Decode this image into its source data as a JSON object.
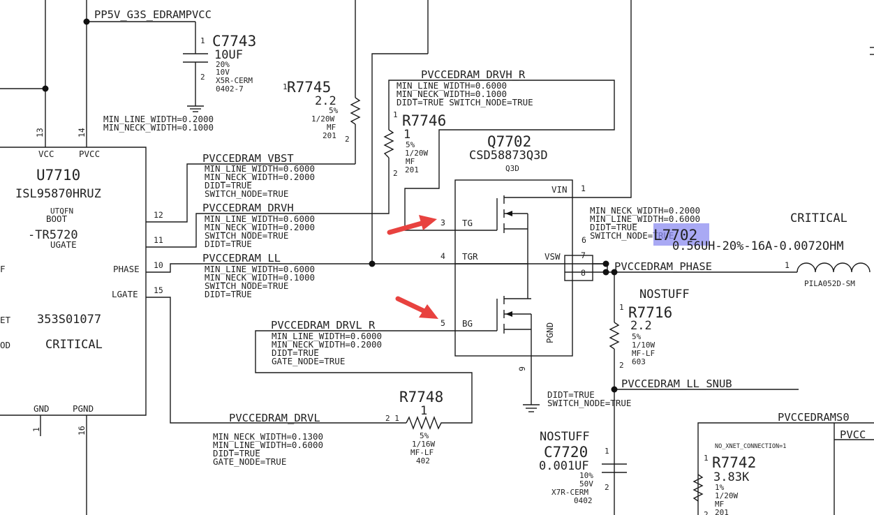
{
  "nets": {
    "edrampvcc": "PP5V_G3S_EDRAMPVCC",
    "drvh_r": "PVCCEDRAM_DRVH_R",
    "vbst": "PVCCEDRAM_VBST",
    "drvh": "PVCCEDRAM_DRVH",
    "ll": "PVCCEDRAM_LL",
    "drvl_r": "PVCCEDRAM_DRVL_R",
    "drvl": "PVCCEDRAM_DRVL",
    "phase": "PVCCEDRAM_PHASE",
    "ll_snub": "PVCCEDRAM_LL_SNUB",
    "edrams0": "PVCCEDRAMS0",
    "pvcc_cut": "PVCC"
  },
  "constraints": {
    "top_left": [
      "MIN_LINE_WIDTH=0.2000",
      "MIN_NECK_WIDTH=0.1000"
    ],
    "drvh_r": [
      "MIN_LINE_WIDTH=0.6000",
      "MIN_NECK_WIDTH=0.1000",
      "DIDT=TRUE    SWITCH_NODE=TRUE"
    ],
    "vbst": [
      "MIN_LINE_WIDTH=0.6000",
      "MIN_NECK_WIDTH=0.2000",
      "DIDT=TRUE",
      "SWITCH_NODE=TRUE"
    ],
    "drvh": [
      "MIN_LINE_WIDTH=0.6000",
      "MIN_NECK_WIDTH=0.2000",
      "SWITCH_NODE=TRUE",
      "DIDT=TRUE"
    ],
    "ll": [
      "MIN_LINE_WIDTH=0.6000",
      "MIN_NECK_WIDTH=0.1000",
      "SWITCH_NODE=TRUE",
      "DIDT=TRUE"
    ],
    "drvl_r": [
      "MIN_LINE_WIDTH=0.6000",
      "MIN_NECK_WIDTH=0.2000",
      "DIDT=TRUE",
      "GATE_NODE=TRUE"
    ],
    "drvl": [
      "MIN_NECK_WIDTH=0.1300",
      "MIN_LINE_WIDTH=0.6000",
      "DIDT=TRUE",
      "GATE_NODE=TRUE"
    ],
    "phase": [
      "MIN_NECK_WIDTH=0.2000",
      "MIN_LINE_WIDTH=0.6000",
      "DIDT=TRUE",
      "SWITCH_NODE=TRUE"
    ],
    "snub": [
      "DIDT=TRUE",
      "SWITCH_NODE=TRUE"
    ]
  },
  "u7710": {
    "ref": "U7710",
    "part": "ISL95870HRUZ",
    "pkg1": "UTQFN",
    "pkg2": "BOOT",
    "suffix": "-TR5720",
    "ugate": "UGATE",
    "pn": "353S01077",
    "crit": "CRITICAL",
    "vcc": "VCC",
    "pvcc": "PVCC",
    "phase": "PHASE",
    "lgate": "LGATE",
    "gnd": "GND",
    "pgnd": "PGND",
    "cut_f": "F",
    "cut_et": "ET",
    "cut_od": "OD",
    "pins": {
      "p13": "13",
      "p14": "14",
      "p12": "12",
      "p11": "11",
      "p10": "10",
      "p15": "15",
      "p1": "1",
      "p16": "16"
    }
  },
  "c7743": {
    "ref": "C7743",
    "val": "10UF",
    "a": "20%",
    "b": "10V",
    "c": "X5R-CERM",
    "d": "0402-7",
    "p1": "1",
    "p2": "2"
  },
  "r7745": {
    "ref": "R7745",
    "val": "2.2",
    "a": "5%",
    "b": "1/20W",
    "c": "MF",
    "d": "201",
    "p1": "1",
    "p2": "2"
  },
  "r7746": {
    "ref": "R7746",
    "val": "1",
    "a": "5%",
    "b": "1/20W",
    "c": "MF",
    "d": "201",
    "p1": "1",
    "p2": "2"
  },
  "q7702": {
    "ref": "Q7702",
    "part": "CSD58873Q3D",
    "pkg": "Q3D",
    "vin": "VIN",
    "tg": "TG",
    "tgr": "TGR",
    "vsw": "VSW",
    "bg": "BG",
    "pgnd": "PGND",
    "pins": {
      "p1": "1",
      "p3": "3",
      "p4": "4",
      "p5": "5",
      "p6": "6",
      "p7": "7",
      "p8": "8",
      "p9": "9"
    }
  },
  "l7702": {
    "ref": "L7702",
    "crit": "CRITICAL",
    "val": "0.56UH-20%-16A-0.0072OHM",
    "pkg": "PILA052D-SM",
    "p1": "1",
    "highlight": "#8c8cf0"
  },
  "r7716": {
    "ref": "R7716",
    "ns": "NOSTUFF",
    "val": "2.2",
    "a": "5%",
    "b": "1/10W",
    "c": "MF-LF",
    "d": "603",
    "p1": "1",
    "p2": "2"
  },
  "r7748": {
    "ref": "R7748",
    "val": "1",
    "a": "5%",
    "b": "1/16W",
    "c": "MF-LF",
    "d": "402",
    "pins": "2 1"
  },
  "c7720": {
    "ref": "C7720",
    "ns": "NOSTUFF",
    "val": "0.001UF",
    "a": "10%",
    "b": "50V",
    "c": "X7R-CERM",
    "d": "0402",
    "p1": "1",
    "p2": "2"
  },
  "r7742": {
    "ref": "R7742",
    "note": "NO_XNET_CONNECTION=1",
    "val": "3.83K",
    "a": "1%",
    "b": "1/20W",
    "c": "MF",
    "d": "201",
    "p1": "1",
    "p2": "2"
  },
  "arrow_color": "#e8423f"
}
